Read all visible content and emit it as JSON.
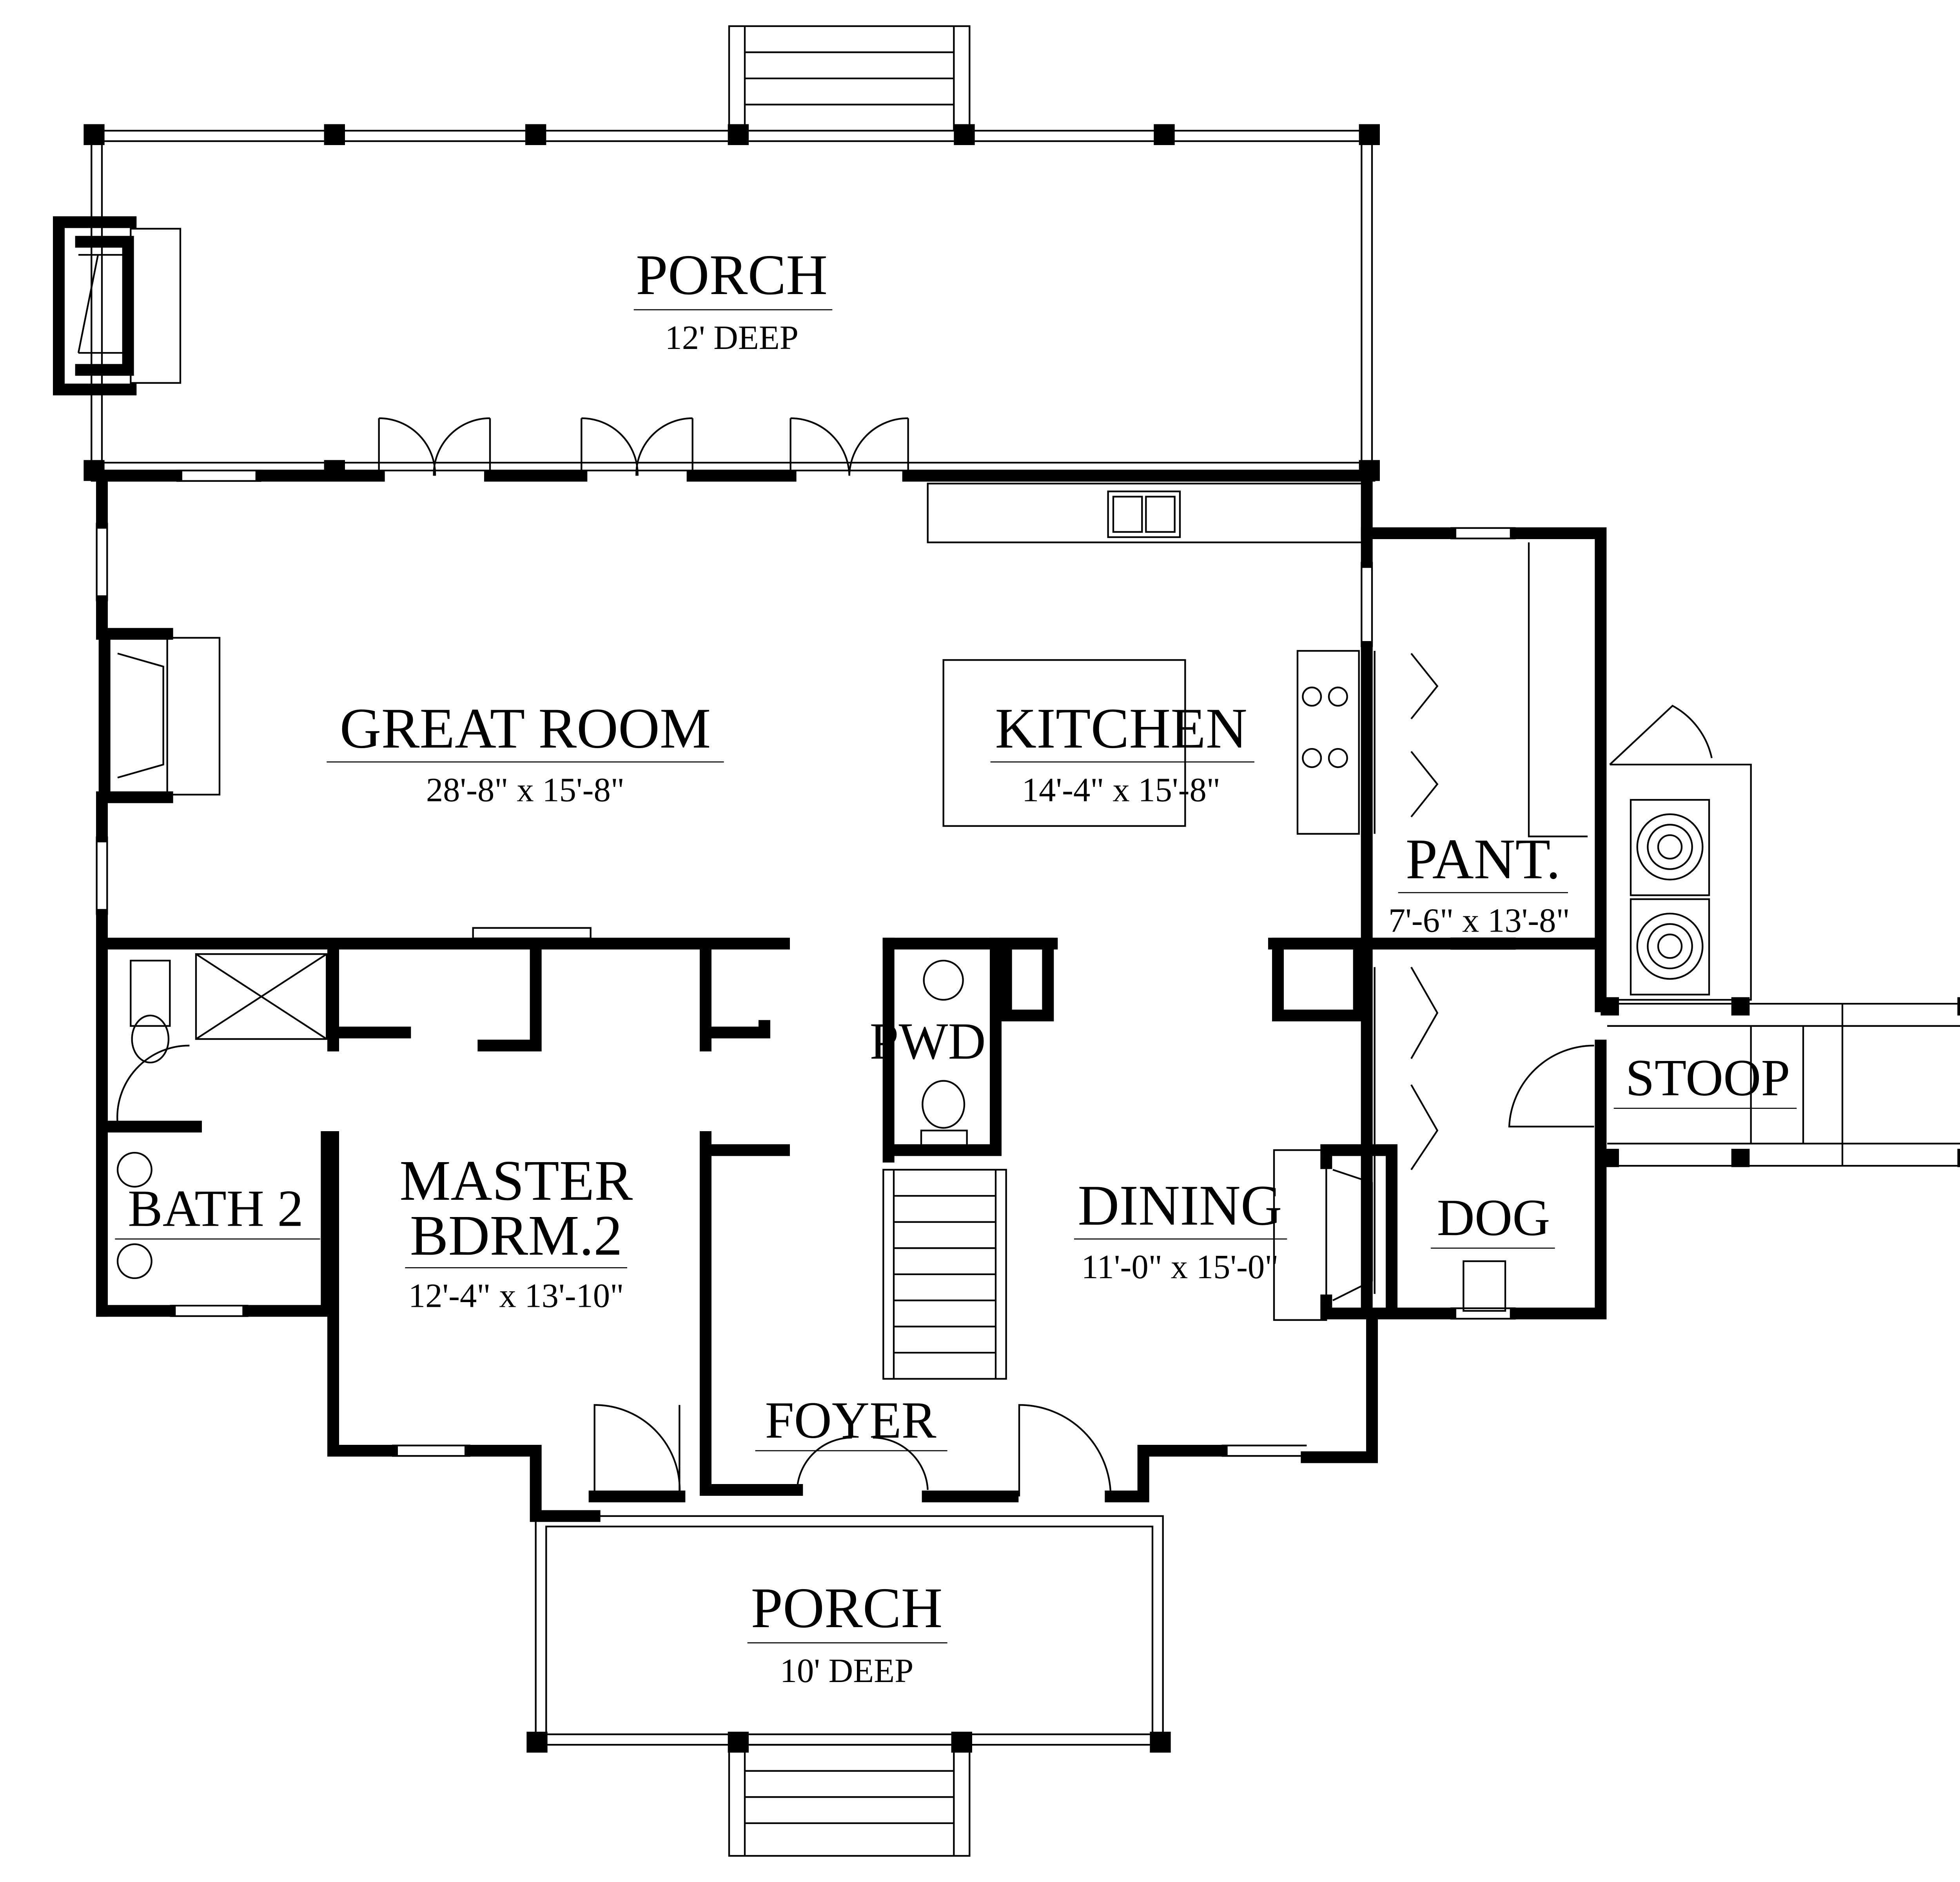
{
  "title": "First Floor Plan",
  "rooms": {
    "porch_rear": {
      "name": "PORCH",
      "dim": "12' DEEP"
    },
    "great_room": {
      "name": "GREAT ROOM",
      "dim": "28'-8\" x 15'-8\""
    },
    "kitchen": {
      "name": "KITCHEN",
      "dim": "14'-4\" x 15'-8\""
    },
    "pantry": {
      "name": "PANT.",
      "dim": "7'-6\" x 13'-8\""
    },
    "powder": {
      "name": "PWD"
    },
    "stoop": {
      "name": "STOOP"
    },
    "master": {
      "name_line1": "MASTER",
      "name_line2": "BDRM.2",
      "dim": "12'-4\" x 13'-10\""
    },
    "bath2": {
      "name": "BATH 2"
    },
    "dining": {
      "name": "DINING",
      "dim": "11'-0\" x 15'-0\""
    },
    "dog": {
      "name": "DOG"
    },
    "foyer": {
      "name": "FOYER"
    },
    "porch_front": {
      "name": "PORCH",
      "dim": "10' DEEP"
    }
  }
}
